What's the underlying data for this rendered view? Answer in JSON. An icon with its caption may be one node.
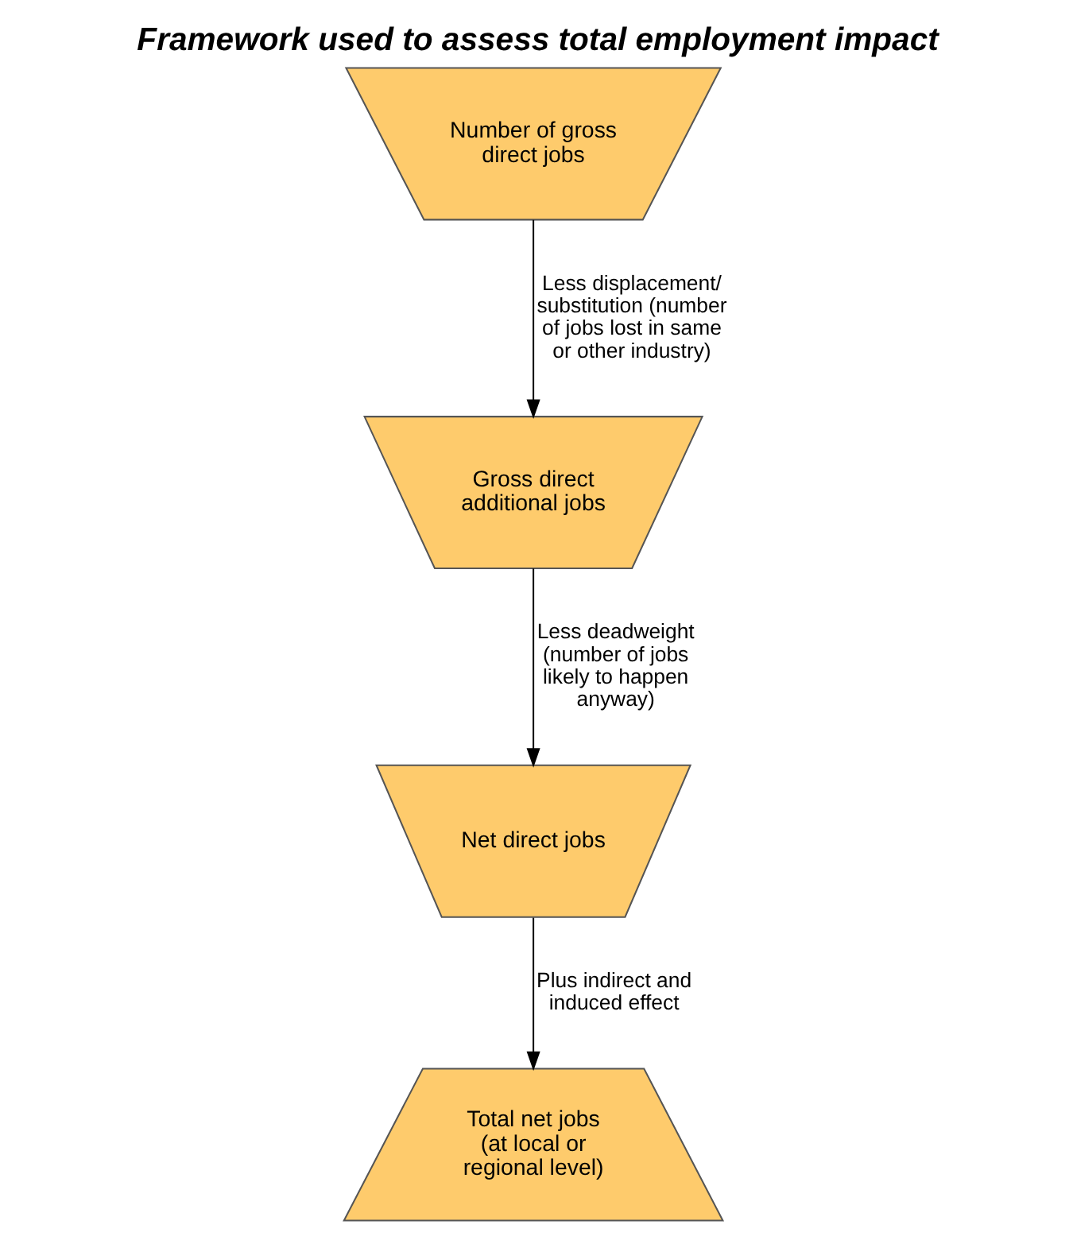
{
  "diagram": {
    "title": "Framework used to assess total employment impact",
    "nodes": [
      {
        "text": [
          "Number of gross direct jobs"
        ]
      },
      {
        "text": [
          "Gross direct additional jobs"
        ]
      },
      {
        "text": [
          "Net direct jobs"
        ]
      },
      {
        "text": [
          "Total net jobs (at local or regional level)"
        ]
      }
    ],
    "edges": [
      {
        "from": 0,
        "to": 1,
        "arrow": "to",
        "label": "Less displacement/ substitution (number of jobs lost in same or other industry)"
      },
      {
        "from": 1,
        "to": 2,
        "arrow": "to",
        "label": "Less deadweight (number of jobs likely to happen anyway)"
      },
      {
        "from": 2,
        "to": 3,
        "arrow": "to",
        "label": "Plus indirect and induced effect"
      }
    ]
  }
}
